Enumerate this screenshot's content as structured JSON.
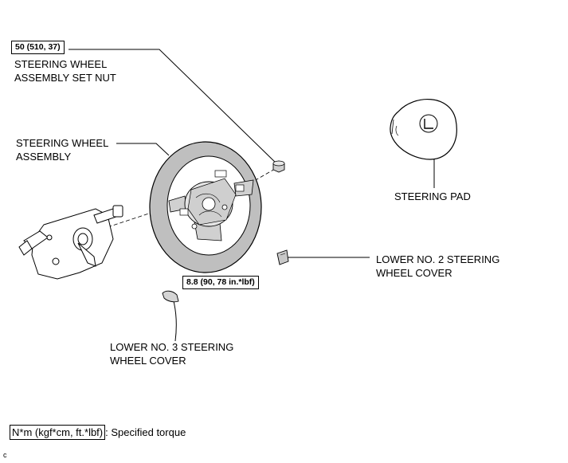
{
  "torques": {
    "set_nut": "50 (510, 37)",
    "lower_screws": "8.8 (90, 78 in.*lbf)"
  },
  "labels": {
    "set_nut": [
      "STEERING WHEEL",
      "ASSEMBLY SET NUT"
    ],
    "wheel_assembly": [
      "STEERING WHEEL",
      "ASSEMBLY"
    ],
    "steering_pad": "STEERING PAD",
    "lower_no2_cover": [
      "LOWER NO. 2 STEERING",
      "WHEEL COVER"
    ],
    "lower_no3_cover": [
      "LOWER NO. 3 STEERING",
      "WHEEL COVER"
    ]
  },
  "legend": {
    "unit": "N*m (kgf*cm, ft.*lbf)",
    "text": ": Specified torque"
  },
  "corner_mark": "c"
}
